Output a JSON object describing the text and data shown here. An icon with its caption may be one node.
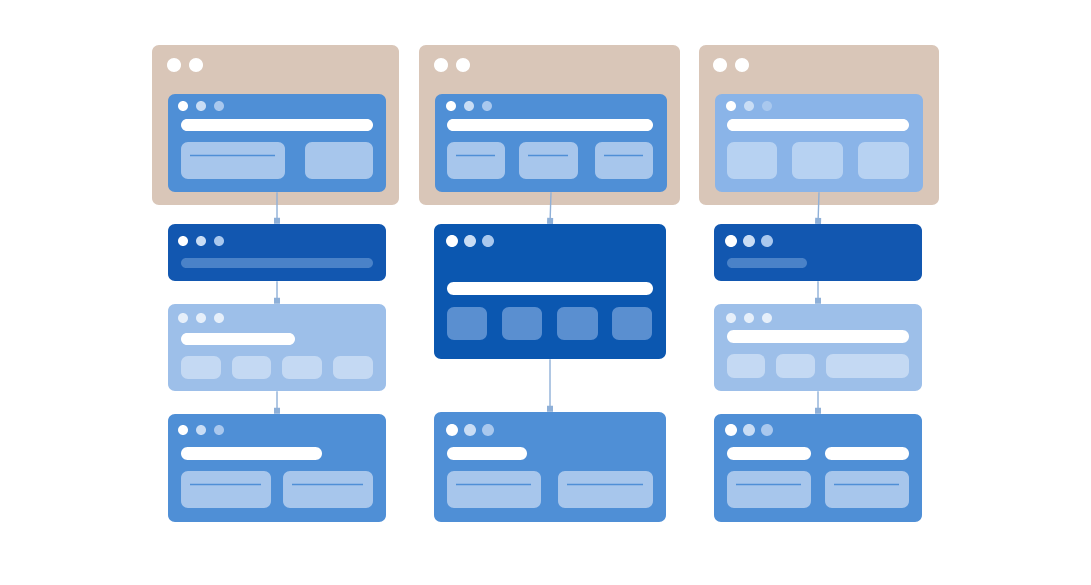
{
  "diagram": {
    "nodes": [
      {
        "text": [],
        "shape": "box"
      },
      {
        "text": [],
        "shape": "box",
        "in": 0
      },
      {
        "text": [],
        "shape": "box"
      },
      {
        "text": [],
        "shape": "box"
      },
      {
        "text": [],
        "shape": "box"
      },
      {
        "text": [],
        "shape": "box"
      },
      {
        "text": [],
        "shape": "box",
        "in": 5
      },
      {
        "text": [],
        "shape": "box"
      },
      {
        "text": [],
        "shape": "box"
      },
      {
        "text": [],
        "shape": "box"
      },
      {
        "text": [],
        "shape": "box",
        "in": 9
      },
      {
        "text": [],
        "shape": "box"
      },
      {
        "text": [],
        "shape": "box"
      },
      {
        "text": [],
        "shape": "box"
      }
    ],
    "edges": [
      {
        "from": 1,
        "to": 2,
        "arrow": "other"
      },
      {
        "from": 2,
        "to": 3,
        "arrow": "other"
      },
      {
        "from": 3,
        "to": 4,
        "arrow": "other"
      },
      {
        "from": 6,
        "to": 7,
        "arrow": "other"
      },
      {
        "from": 7,
        "to": 8,
        "arrow": "other"
      },
      {
        "from": 10,
        "to": 11,
        "arrow": "other"
      },
      {
        "from": 11,
        "to": 12,
        "arrow": "other"
      },
      {
        "from": 12,
        "to": 13,
        "arrow": "other"
      }
    ]
  }
}
